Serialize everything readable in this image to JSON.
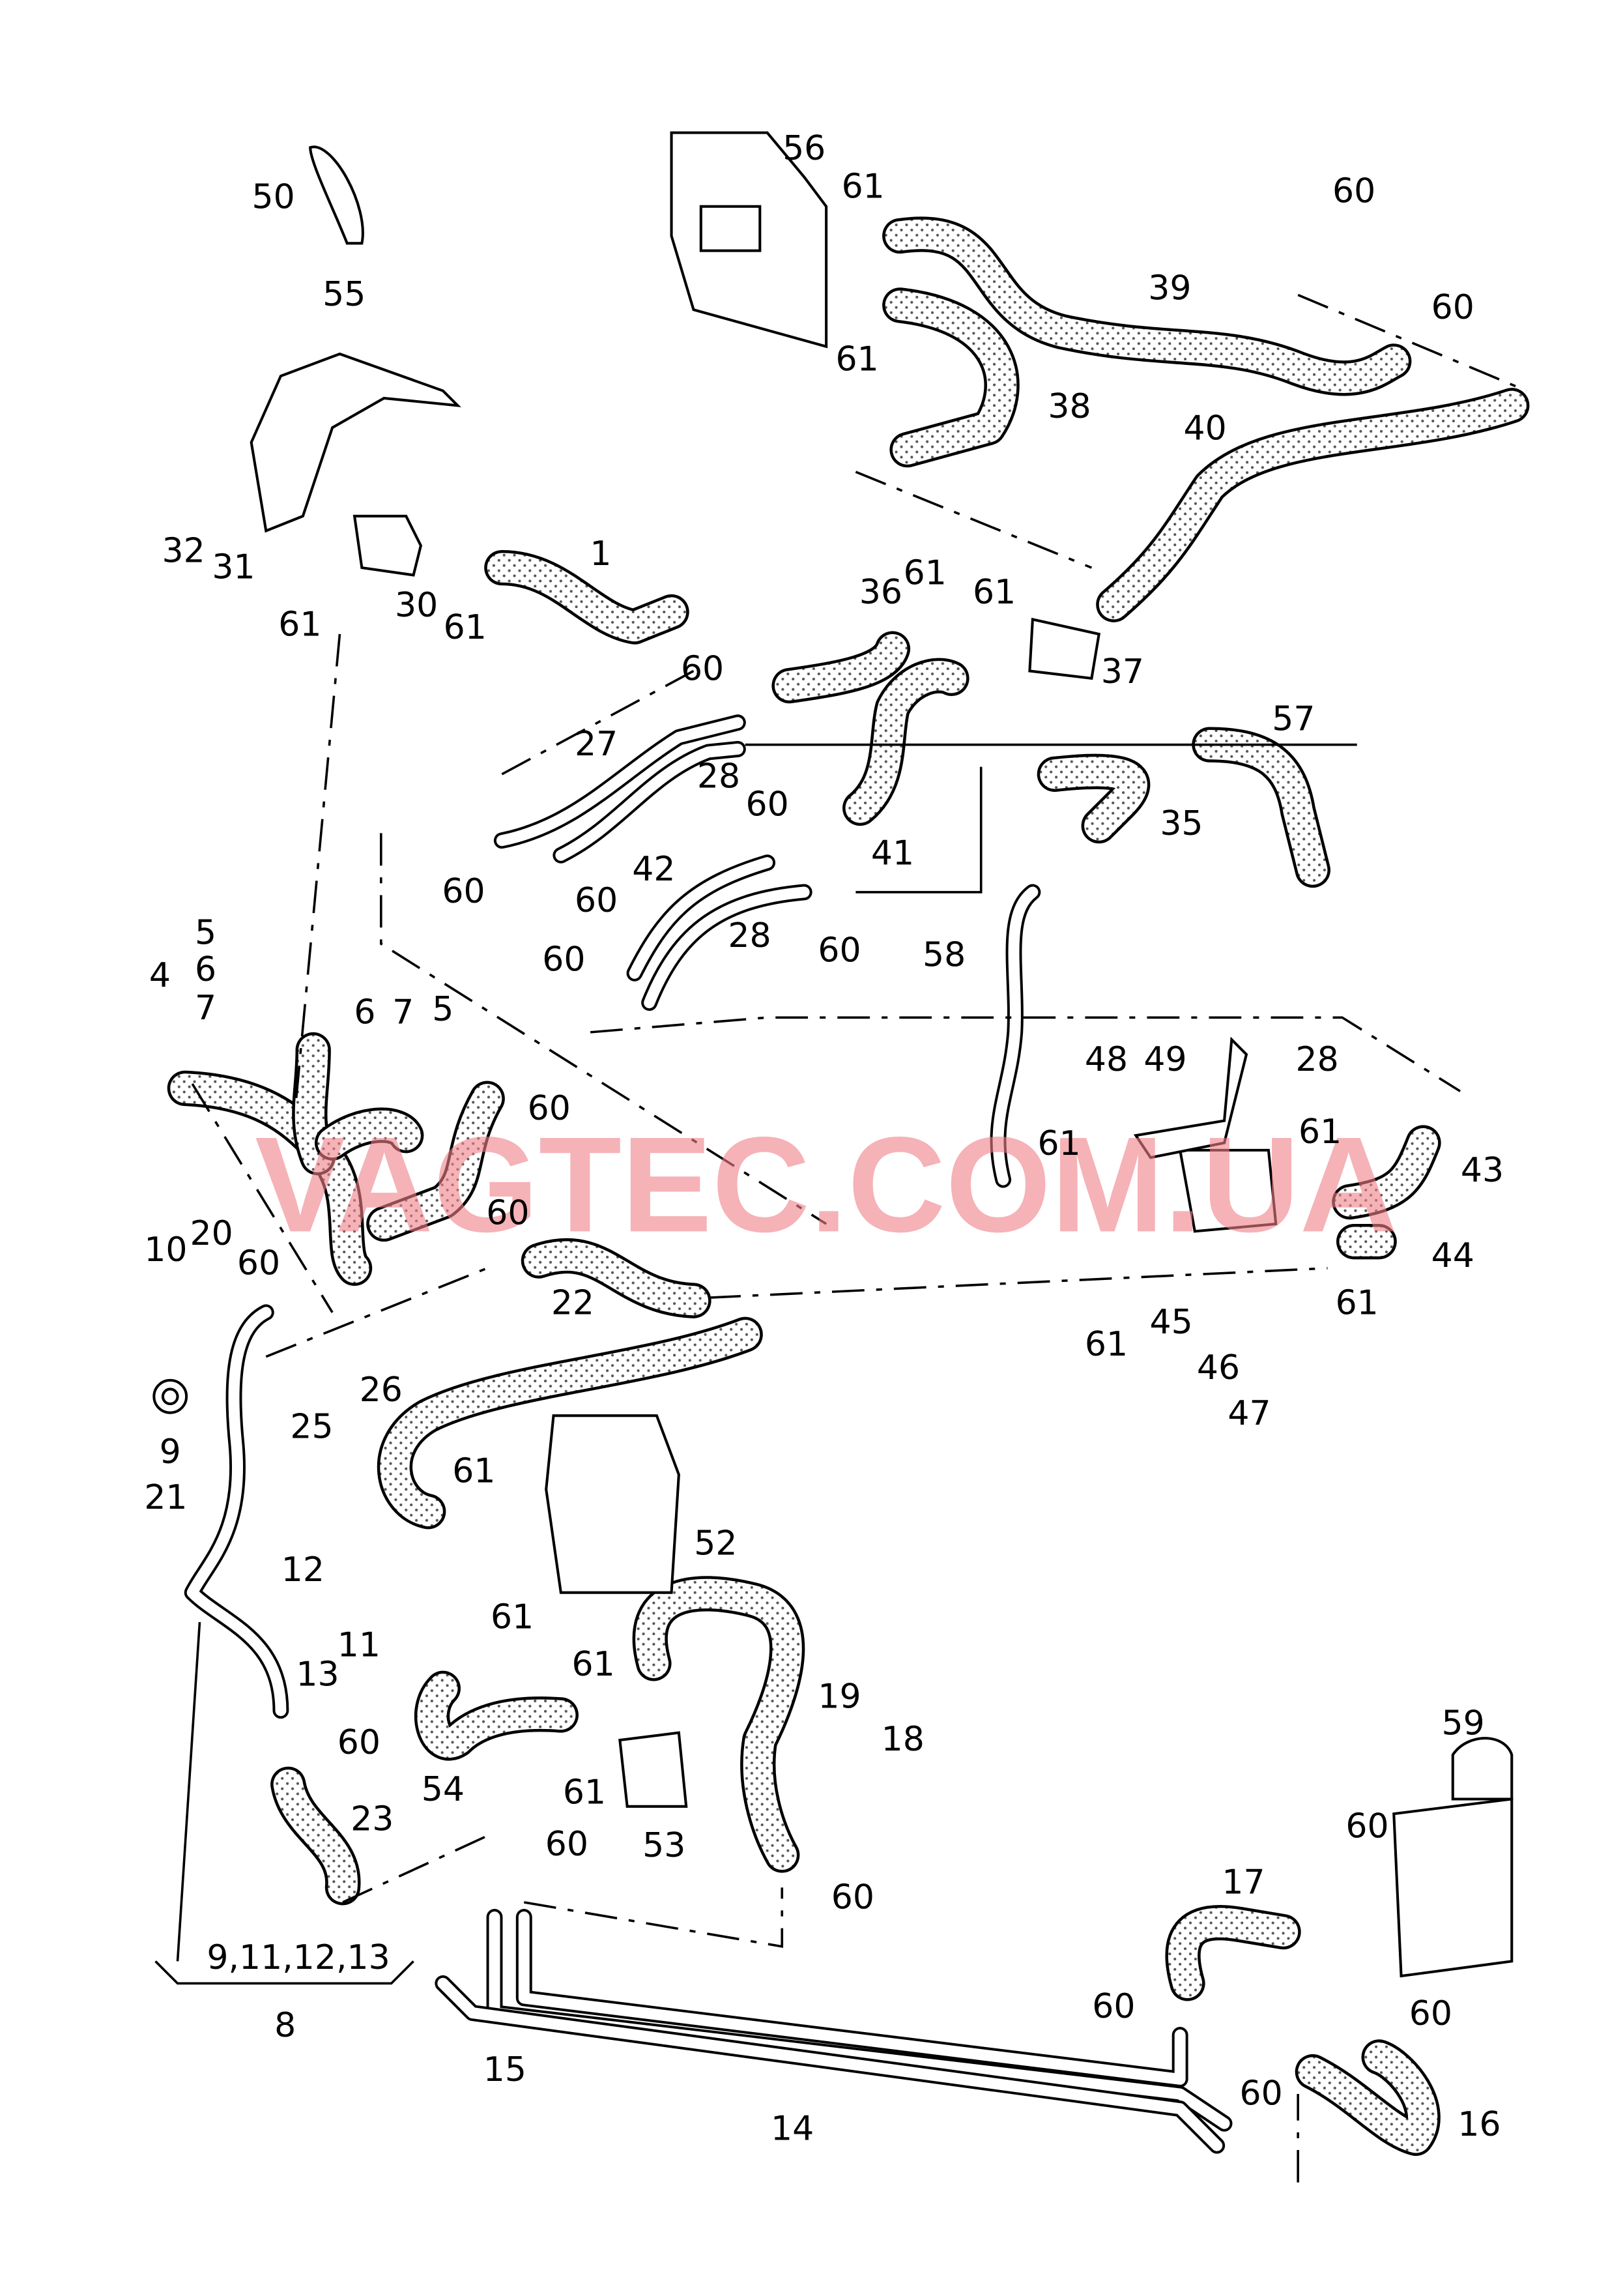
{
  "watermark": "VAGTEC.COM.UA",
  "labels": [
    "56",
    "61",
    "61",
    "60",
    "60",
    "39",
    "38",
    "50",
    "55",
    "40",
    "32",
    "31",
    "30",
    "61",
    "1",
    "61",
    "36",
    "61",
    "61",
    "37",
    "60",
    "57",
    "27",
    "28",
    "60",
    "41",
    "35",
    "60",
    "60",
    "42",
    "28",
    "60",
    "58",
    "60",
    "4",
    "5",
    "6",
    "7",
    "6",
    "7",
    "5",
    "60",
    "48",
    "49",
    "28",
    "61",
    "61",
    "43",
    "44",
    "61",
    "61",
    "45",
    "46",
    "47",
    "10",
    "20",
    "60",
    "60",
    "22",
    "9",
    "26",
    "25",
    "21",
    "61",
    "52",
    "61",
    "12",
    "11",
    "13",
    "61",
    "19",
    "18",
    "60",
    "54",
    "61",
    "53",
    "23",
    "60",
    "60",
    "59",
    "60",
    "17",
    "60",
    "60",
    "9,11,12,13",
    "8",
    "15",
    "14",
    "60",
    "16"
  ],
  "colors": {
    "watermark": "#f08088",
    "line": "#000000",
    "hose_dots": "#555555"
  }
}
